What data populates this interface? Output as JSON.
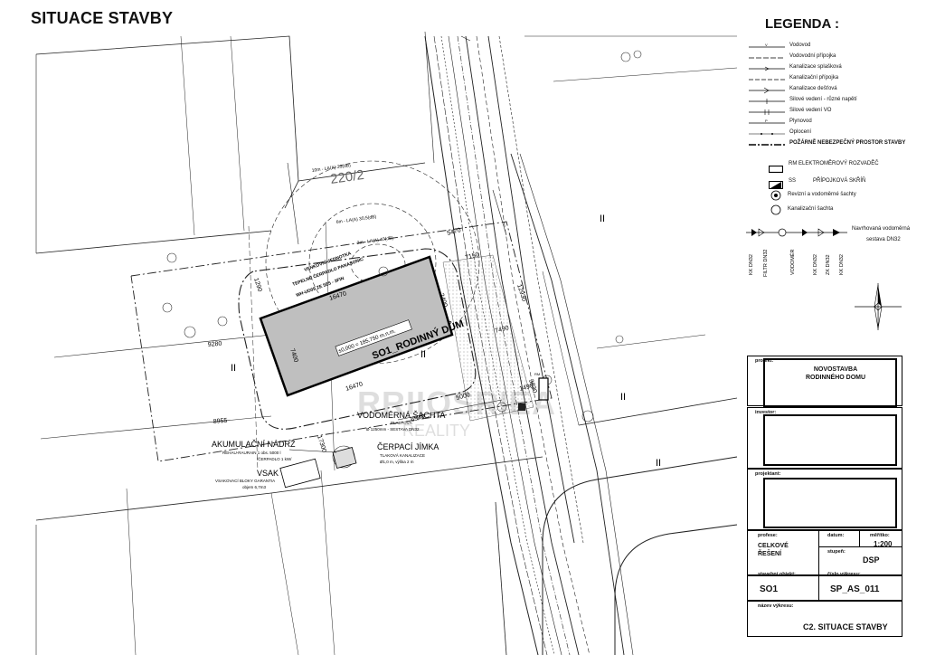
{
  "title": "SITUACE STAVBY",
  "legend": {
    "title": "LEGENDA :",
    "items": [
      {
        "label": "Vodovod"
      },
      {
        "label": "Vodovodní přípojka"
      },
      {
        "label": "Kanalizace splašková"
      },
      {
        "label": "Kanalizační přípojka"
      },
      {
        "label": "Kanalizace dešťová"
      },
      {
        "label": "Silové vedení - různé napětí"
      },
      {
        "label": "Silové vedení VO"
      },
      {
        "label": "Plynovod"
      },
      {
        "label": "Oplocení"
      },
      {
        "label": "POŽÁRNĚ NEBEZPEČNÝ PROSTOR STAVBY"
      }
    ],
    "symbols": [
      {
        "code": "RM",
        "label": "ELEKTROMĚROVÝ ROZVADĚČ"
      },
      {
        "code": "SS",
        "label": "PŘÍPOJKOVÁ SKŘÍŇ"
      },
      {
        "code": "",
        "label": "Revizní a vodoměrné šachty"
      },
      {
        "code": "",
        "label": "Kanalizační šachta"
      }
    ],
    "water_assembly": {
      "label_line1": "Navrhovaná vodoměrná",
      "label_line2": "sestava DN32",
      "parts": [
        "KK DN32",
        "FILTR DN32",
        "VODOMĚR",
        "KK DN32",
        "ZK DN32",
        "KK DN32"
      ]
    }
  },
  "drawing": {
    "building": "SO1_RODINNÝ DŮM",
    "floor_level": "±0,000 = 185,750 m.n.m.",
    "heat_pump_lines": [
      "VENKOVNÍ JEDNOTKA",
      "TEPELNÉ ČERPADLO PANASONIC",
      "WH-UD09 ZE 5E5 - 3FIN"
    ],
    "parcel": "220/2",
    "noise_10m": "10m - LA(A) 23(dB)",
    "noise_6m": "6m - LA(A) 30,5(dB)",
    "noise_2m": "2m - LA(A) 40(dB)",
    "water_shaft": "VODOMĚRNÁ ŠACHTA",
    "water_shaft_sub": [
      "PLASTOVÁ",
      "Ø 1250mm - SESTAVA DN32"
    ],
    "tank": "AKUMULAČNÍ NÁDRŽ",
    "tank_sub": [
      "REHAU-RAURAIN 1 obs. 5000 l",
      "/ČERPADLO 1 kW/"
    ],
    "pump_pit": "ČERPACÍ JÍMKA",
    "pump_pit_sub": [
      "TLAKOVÁ KANALIZACE",
      "Ø1,0 m, výška 2 m"
    ],
    "soak": "VSAK",
    "soak_sub": [
      "VSAKOVACÍ BLOKY GARANTIA",
      "objem 6,7m3"
    ],
    "dims": [
      "16470",
      "16470",
      "7400",
      "7150",
      "5470",
      "12930",
      "9280",
      "8955",
      "17300",
      "7490",
      "6940",
      "5000",
      "1290",
      "2400",
      "1490",
      "3830"
    ],
    "labels_ii": [
      "II",
      "II",
      "II",
      "II",
      "II"
    ],
    "watermark": "RRIIOSRIEA",
    "watermark2": "REALITY",
    "rm": "RM"
  },
  "titleblock": {
    "projekt_label": "projekt:",
    "projekt_value": [
      "NOVOSTAVBA",
      "RODINNÉHO DOMU"
    ],
    "investor_label": "investor:",
    "projektant_label": "projektant:",
    "profese_label": "profese:",
    "profese_value": [
      "CELKOVÉ",
      "ŘEŠENÍ"
    ],
    "datum_label": "datum:",
    "meritko_label": "měřítko:",
    "meritko_value": "1:200",
    "stupen_label": "stupeň:",
    "stupen_value": "DSP",
    "objekt_label": "stavební objekt:",
    "objekt_value": "SO1",
    "cislo_label": "číslo výkresu:",
    "cislo_value": "SP_AS_011",
    "nazev_label": "název výkresu:",
    "nazev_value": "C2. SITUACE STAVBY"
  }
}
